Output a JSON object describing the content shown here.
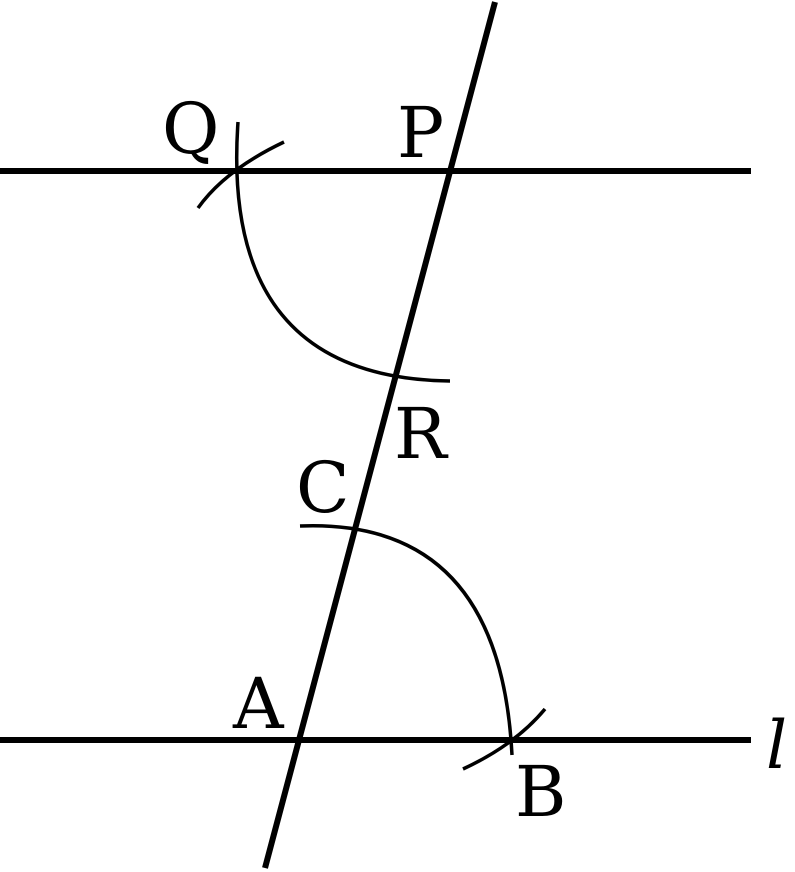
{
  "diagram": {
    "labels": {
      "P": "P",
      "Q": "Q",
      "R": "R",
      "C": "C",
      "A": "A",
      "B": "B",
      "l": "l"
    }
  }
}
